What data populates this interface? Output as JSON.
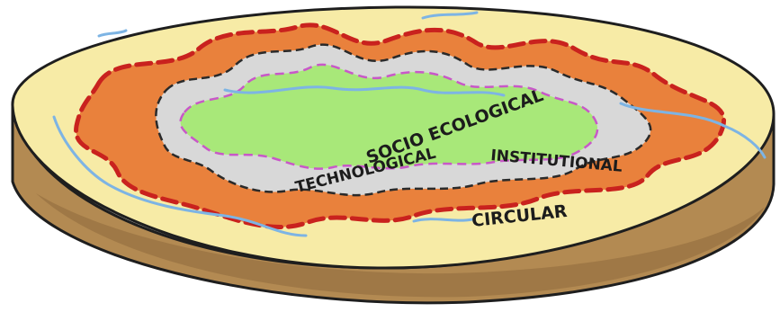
{
  "diagram": {
    "layers": [
      {
        "key": "circular",
        "label": "CIRCULAR",
        "fill": "#f7eba6"
      },
      {
        "key": "technological",
        "label": "TECHNOLOGICAL",
        "fill": "#e9813c",
        "border": "#c9221e"
      },
      {
        "key": "institutional",
        "label": "INSTITUTIONAL",
        "fill": "#d8d8d8",
        "border": "#2a2a2a"
      },
      {
        "key": "socio_ecological",
        "label": "SOCIO ECOLOGICAL",
        "fill": "#a8e879",
        "border": "#c858c8"
      }
    ],
    "colors": {
      "disc_side": "#b38a52",
      "outline": "#1e1e1e",
      "river": "#7db4e4"
    }
  }
}
